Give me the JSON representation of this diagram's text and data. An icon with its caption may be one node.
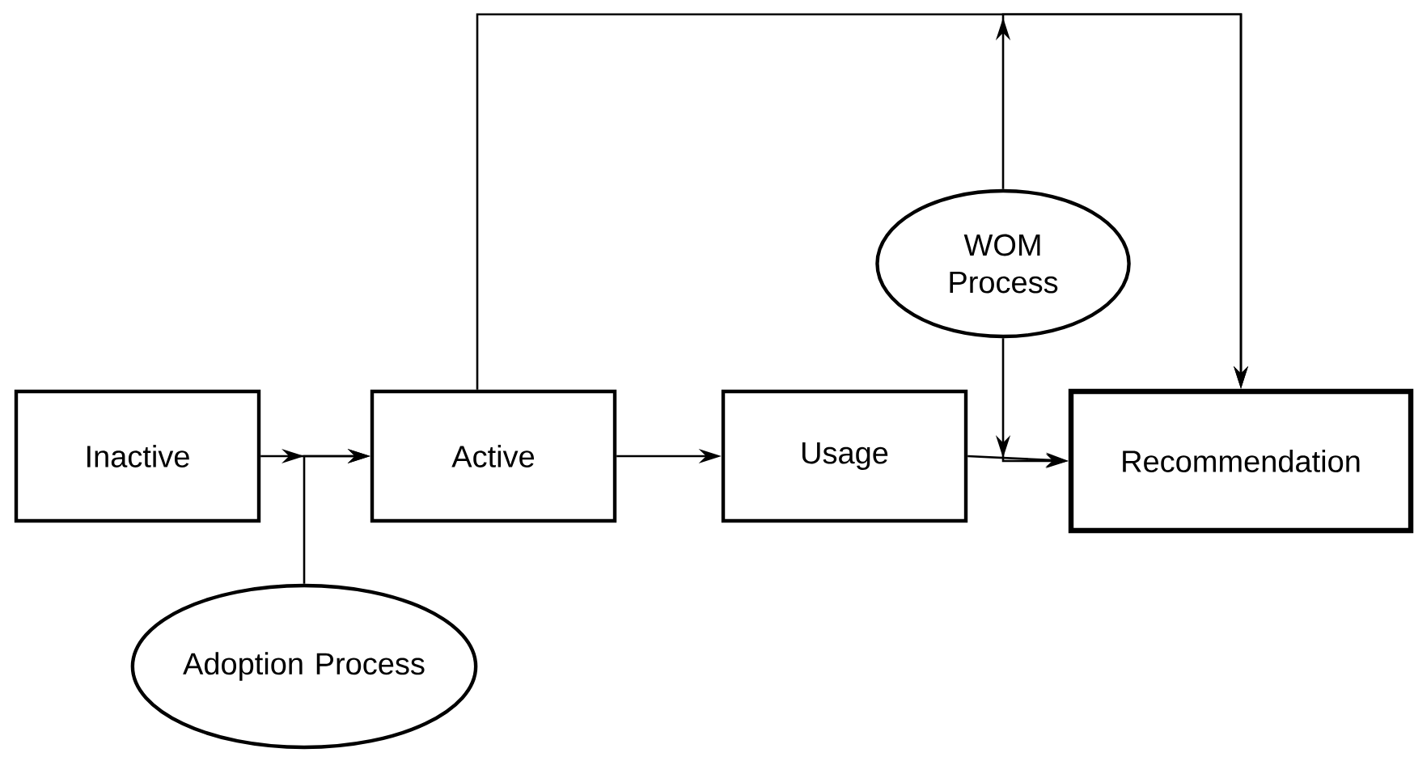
{
  "diagram": {
    "nodes": [
      {
        "text": [
          "Inactive"
        ]
      },
      {
        "text": [
          "Active"
        ]
      },
      {
        "text": [
          "Usage"
        ]
      },
      {
        "text": [
          "Recommendation"
        ]
      },
      {
        "text": [
          "WOM Process"
        ]
      },
      {
        "text": [
          "Adoption Process"
        ]
      }
    ],
    "edges": [
      {
        "from": 0,
        "to": 1,
        "arrow": "to"
      },
      {
        "from": 5,
        "to": 1,
        "arrow": "to"
      },
      {
        "from": 1,
        "to": 2,
        "arrow": "to"
      },
      {
        "from": 2,
        "to": 3,
        "arrow": "to"
      },
      {
        "from": 4,
        "to": 3,
        "arrow": "to"
      },
      {
        "from": 1,
        "to": 3,
        "arrow": "to"
      },
      {
        "from": 4,
        "to": 3,
        "arrow": "to"
      }
    ]
  }
}
